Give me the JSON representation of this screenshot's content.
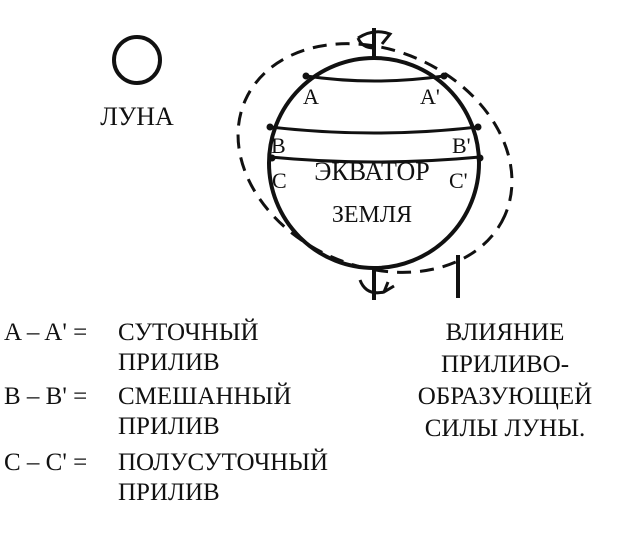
{
  "diagram": {
    "moon_label": "ЛУНА",
    "earth_label": "ЗЕМЛЯ",
    "equator_label": "ЭКВАТОР",
    "points": {
      "a_left": "A",
      "a_right": "A'",
      "b_left": "B",
      "b_right": "B'",
      "c_left": "C",
      "c_right": "C'"
    },
    "legend": [
      {
        "pair": "A – A' =",
        "line1": "СУТОЧНЫЙ",
        "line2": "ПРИЛИВ"
      },
      {
        "pair": "B – B' =",
        "line1": "СМЕШАННЫЙ",
        "line2": "ПРИЛИВ"
      },
      {
        "pair": "C – C' =",
        "line1": "ПОЛУСУТОЧНЫЙ",
        "line2": "ПРИЛИВ"
      }
    ],
    "influence_lines": [
      "ВЛИЯНИЕ",
      "ПРИЛИВО-",
      "ОБРАЗУЮЩЕЙ",
      "СИЛЫ ЛУНЫ."
    ],
    "colors": {
      "ink": "#111111",
      "background": "#ffffff"
    }
  }
}
